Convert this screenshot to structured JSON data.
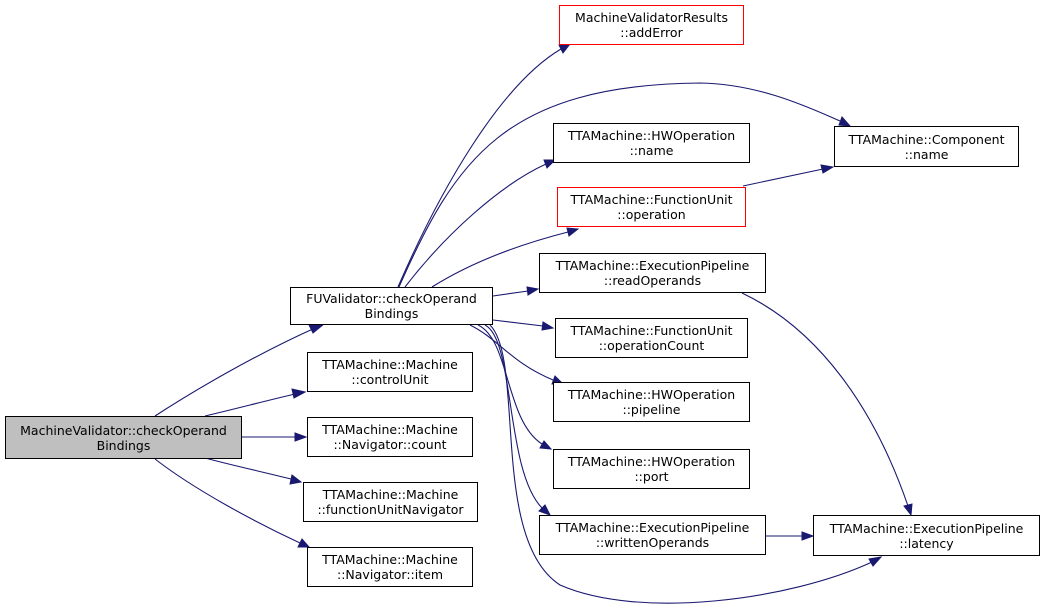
{
  "colors": {
    "edge": "#191970",
    "node_border": "#000000",
    "node_border_incomplete": "#ff0000",
    "root_fill": "#bfbfbf",
    "node_fill": "#ffffff"
  },
  "nodes": {
    "root": {
      "l1": "MachineValidator::checkOperand",
      "l2": "Bindings"
    },
    "fuvalidator": {
      "l1": "FUValidator::checkOperand",
      "l2": "Bindings"
    },
    "control_unit": {
      "l1": "TTAMachine::Machine",
      "l2": "::controlUnit"
    },
    "navigator_count": {
      "l1": "TTAMachine::Machine",
      "l2": "::Navigator::count"
    },
    "fu_navigator": {
      "l1": "TTAMachine::Machine",
      "l2": "::functionUnitNavigator"
    },
    "navigator_item": {
      "l1": "TTAMachine::Machine",
      "l2": "::Navigator::item"
    },
    "add_error": {
      "l1": "MachineValidatorResults",
      "l2": "::addError"
    },
    "hwop_name": {
      "l1": "TTAMachine::HWOperation",
      "l2": "::name"
    },
    "fu_operation": {
      "l1": "TTAMachine::FunctionUnit",
      "l2": "::operation"
    },
    "read_operands": {
      "l1": "TTAMachine::ExecutionPipeline",
      "l2": "::readOperands"
    },
    "op_count": {
      "l1": "TTAMachine::FunctionUnit",
      "l2": "::operationCount"
    },
    "hwop_pipeline": {
      "l1": "TTAMachine::HWOperation",
      "l2": "::pipeline"
    },
    "hwop_port": {
      "l1": "TTAMachine::HWOperation",
      "l2": "::port"
    },
    "written_operands": {
      "l1": "TTAMachine::ExecutionPipeline",
      "l2": "::writtenOperands"
    },
    "component_name": {
      "l1": "TTAMachine::Component",
      "l2": "::name"
    },
    "latency": {
      "l1": "TTAMachine::ExecutionPipeline",
      "l2": "::latency"
    }
  }
}
